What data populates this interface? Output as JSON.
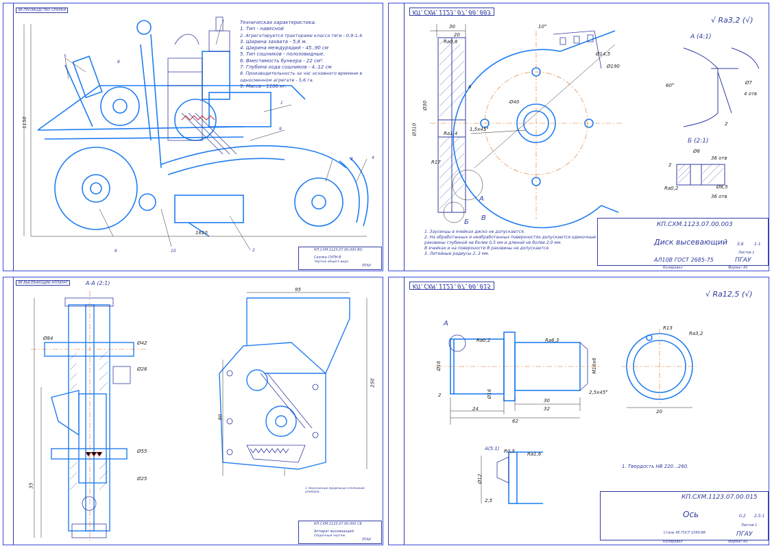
{
  "sheet1": {
    "stamp_top": "ЗВ ПРОЗВОДСТВО СЕЯЛКИ",
    "spec_title": "Техническая характеристика.",
    "spec_lines": [
      "1. Тип - навесной",
      "2. Агрегатируется тракторами класса тяги - 0,9-1,4.",
      "3. Ширина захвата - 5,6 м.",
      "4. Ширина междурядий - 45..90 см",
      "5. Тип сошников - полозовидные.",
      "6. Вместимость бункера - 22 см³.",
      "7. Глубина хода сошников - 4..12 см",
      "8. Производительность за час основного времени в односменном агрегате - 5,6 га.",
      "9. Масса - 1100 кг."
    ],
    "dim_width": "1610",
    "dim_height": "1150",
    "callouts": [
      "1",
      "2",
      "3",
      "4",
      "5",
      "6",
      "7",
      "8",
      "9",
      "10"
    ],
    "title_code": "КП.СХМ.1123.07.00.000 ВО",
    "title_name": "Сеялка СУПН-8",
    "title_sub": "Чертеж общего вида",
    "org": "ПГАУ"
  },
  "sheet2": {
    "code_mirrored": "КП.СХМ.1123.07.00.003",
    "roughness": "Ra3,2",
    "dims": [
      "30",
      "20",
      "10°",
      "Ra0,8",
      "Ø14,5",
      "Ø190",
      "Ø40",
      "Ø310",
      "Ø30",
      "8",
      "1,5x45°",
      "Ra3,2",
      "Ra1,4",
      "R17",
      "А",
      "Б",
      "В"
    ],
    "detail_a_title": "А (4:1)",
    "detail_a_dims": [
      "60°",
      "Ø7",
      "4 отв",
      "2"
    ],
    "detail_b_title": "Б (2:1)",
    "detail_b_dims": [
      "Ø6",
      "36 отв",
      "Ra0,2",
      "Ø8,5",
      "36 отв",
      "2"
    ],
    "notes": [
      "1. Заусенцы в ячейках диско не допускаются.",
      "2. На обработанных и необработанных поверхностях допускаются одиночные раковины глубиной не более 0,5 мм и длиной не более 2,0 мм.",
      "В ячейках и на поверхности В раковины не допускаются.",
      "3. Литейные радиусы 2..3 мм."
    ],
    "title_code": "КП.СХМ.1123.07.00.003",
    "title_name": "Диск высевающий",
    "material": "АЛ10В ГОСТ 2685-75",
    "org": "ПГАУ",
    "mass": "3,6",
    "scale": "1:1",
    "sheets": "Листов 1",
    "kopiroval": "Копировал",
    "format": "Формат А3"
  },
  "sheet3": {
    "stamp_top": "ЗВ ВЫСЕВАЮЩИЙ АППАРАТ",
    "section_title": "А-А (2:1)",
    "dims": [
      "Ø84",
      "Ø42",
      "Ø28",
      "Ø55",
      "Ø25",
      "35",
      "95",
      "250",
      "80"
    ],
    "notes_short": "1. Неуказанные предельные отклонения размеров...",
    "title_code": "КП.СХМ.1123.07.00.000 СБ",
    "title_name": "Аппарат высевающий",
    "title_sub": "Сборочный чертеж",
    "org": "ПГАУ"
  },
  "sheet4": {
    "code_mirrored": "КП.СХМ.1123.07.00.015",
    "roughness": "Ra12,5",
    "dims": [
      "А",
      "Ra0,2",
      "Ra6,3",
      "Ø16",
      "M16x6",
      "R13",
      "Ra3,2",
      "2",
      "24",
      "Ø16",
      "32",
      "30",
      "62",
      "2,5x45°",
      "20"
    ],
    "detail_title": "А(5:1)",
    "detail_dims": [
      "R0,5",
      "Ra1,6",
      "2,5",
      "Ø12"
    ],
    "note": "1. Твердость НВ 220...260.",
    "title_code": "КП.СХМ.1123.07.00.015",
    "title_name": "Ось",
    "material": "Сталь 45 ГОСТ 1050-88",
    "mass": "0,2",
    "scale": "2,5:1",
    "org": "ПГАУ",
    "sheets": "Листов 1",
    "kopiroval": "Копировал",
    "format": "Формат А3"
  },
  "colors": {
    "line": "#2e3a9e",
    "accent": "#3b4bd8",
    "bright": "#1e7cf0",
    "center": "#e07020"
  }
}
